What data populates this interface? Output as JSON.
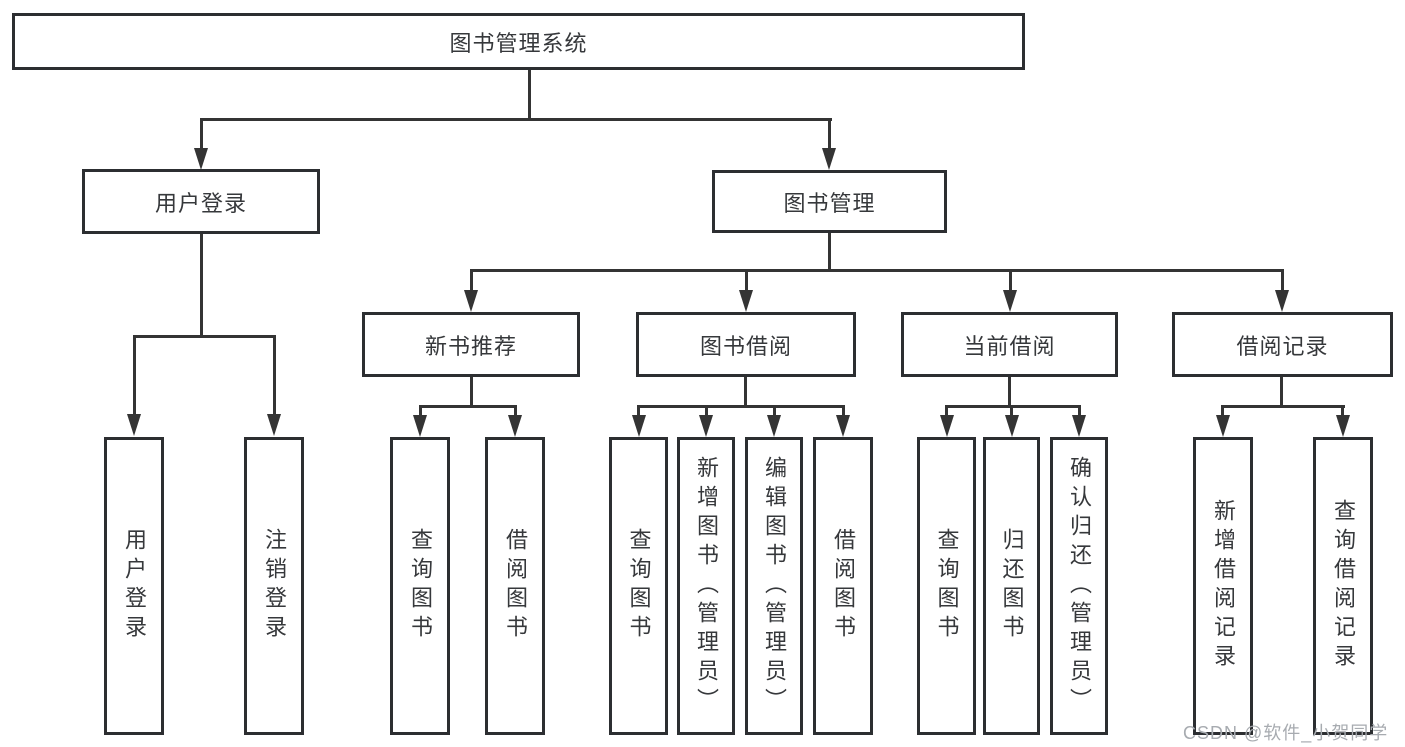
{
  "diagram": {
    "title": "图书管理系统",
    "level2": [
      {
        "label": "用户登录"
      },
      {
        "label": "图书管理"
      }
    ],
    "level3": [
      {
        "label": "新书推荐"
      },
      {
        "label": "图书借阅"
      },
      {
        "label": "当前借阅"
      },
      {
        "label": "借阅记录"
      }
    ],
    "level4": {
      "user_login": [
        "用户登录",
        "注销登录"
      ],
      "new_book": [
        "查询图书",
        "借阅图书"
      ],
      "book_borrow": [
        "查询图书",
        "新增图书（管理员）",
        "编辑图书（管理员）",
        "借阅图书"
      ],
      "current_borrow": [
        "查询图书",
        "归还图书",
        "确认归还（管理员）"
      ],
      "borrow_record": [
        "新增借阅记录",
        "查询借阅记录"
      ]
    }
  },
  "watermark": "CSDN @软件_小贺同学",
  "colors": {
    "line": "#343434",
    "border": "#2c2e31",
    "text": "#36383b",
    "watermark": "#a7abb0",
    "background": "#ffffff"
  }
}
